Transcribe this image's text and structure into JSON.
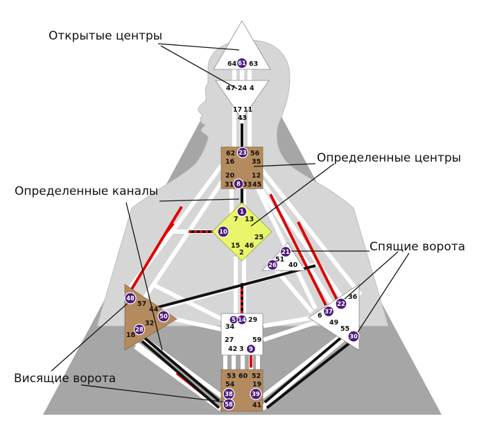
{
  "labels": {
    "open_centers": "Открытые центры",
    "defined_centers": "Определенные центры",
    "defined_channels": "Определенные каналы",
    "dormant_gates": "Спящие ворота",
    "hanging_gates": "Висящие ворота"
  },
  "gates": {
    "g64": "64",
    "g61": "61",
    "g63": "63",
    "g47": "47",
    "g24": "24",
    "g4": "4",
    "g17": "17",
    "g11": "11",
    "g43": "43",
    "g62": "62",
    "g23": "23",
    "g56": "56",
    "g16": "16",
    "g35": "35",
    "g20": "20",
    "g12": "12",
    "g31": "31",
    "g8": "8",
    "g33": "33",
    "g45": "45",
    "g1": "1",
    "g7": "7",
    "g13": "13",
    "g10": "10",
    "g25": "25",
    "g15": "15",
    "g46": "46",
    "g2": "2",
    "g21": "21",
    "g51": "51",
    "g26": "26",
    "g40": "40",
    "g48": "48",
    "g57": "57",
    "g44": "44",
    "g50": "50",
    "g32": "32",
    "g28": "28",
    "g18": "18",
    "g36": "36",
    "g22": "22",
    "g37": "37",
    "g6": "6",
    "g49": "49",
    "g55": "55",
    "g30": "30",
    "g5": "5",
    "g14": "14",
    "g29": "29",
    "g34": "34",
    "g27": "27",
    "g59": "59",
    "g42": "42",
    "g3": "3",
    "g9": "9",
    "g53": "53",
    "g60": "60",
    "g52": "52",
    "g54": "54",
    "g19": "19",
    "g38": "38",
    "g39": "39",
    "g58": "58",
    "g41": "41"
  },
  "colors": {
    "background_triangle": "#a6a6a6",
    "silhouette": "#d6d6d6",
    "defined_center": "#b48b5e",
    "g_center": "#e9f56a",
    "open_center": "#ffffff",
    "channel_black": "#111111",
    "channel_red": "#e00000",
    "gate_circle": "#4b1a78"
  }
}
